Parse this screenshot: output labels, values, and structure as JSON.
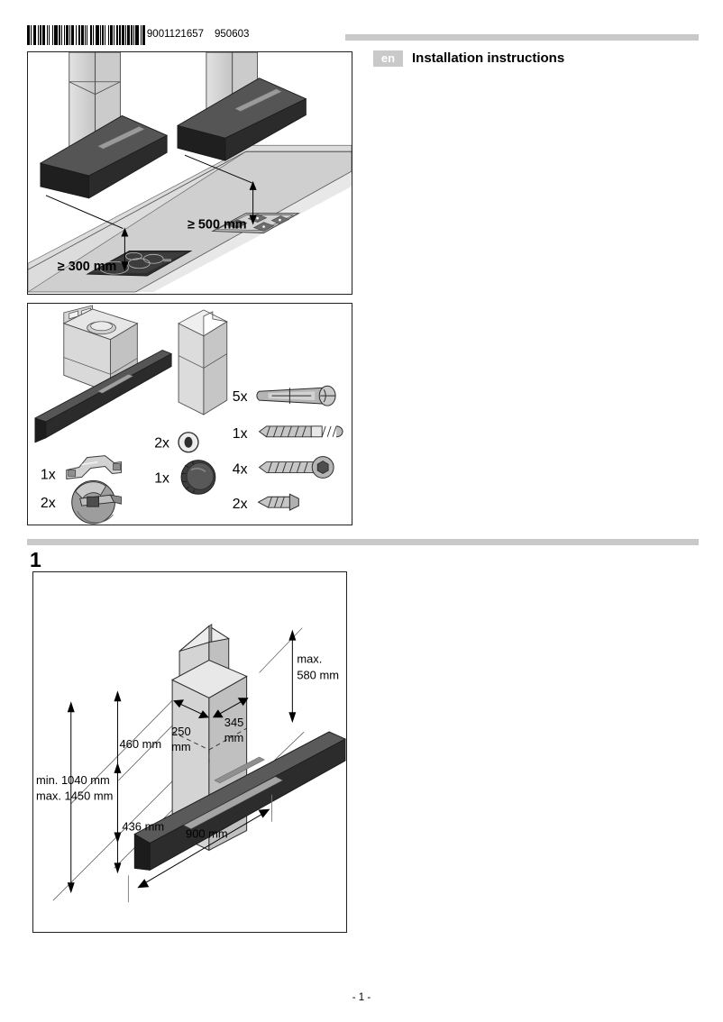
{
  "document": {
    "barcode_number": "9001121657",
    "barcode_date": "950603",
    "language_badge": "en",
    "title": "Installation instructions",
    "page_footer": "- 1 -"
  },
  "colors": {
    "rule_grey": "#c9c9c9",
    "badge_grey": "#c9c9c9",
    "outline": "#231f20",
    "metal_light": "#d9d9d9",
    "metal_mid": "#bfbfbf",
    "metal_dark": "#9a9a9a",
    "hood_black": "#3a3a3a",
    "worktop_grey": "#cfcfcf"
  },
  "figures": {
    "clearance": {
      "name": "minimum-clearance-diagram",
      "labels": [
        {
          "text": "≥ 300 mm",
          "appliance": "electric-hob"
        },
        {
          "text": "≥ 500 mm",
          "appliance": "gas-hob"
        }
      ]
    },
    "parts": {
      "name": "supplied-parts-diagram",
      "items": [
        {
          "qty": "1x",
          "part": "wall-bracket"
        },
        {
          "qty": "2x",
          "part": "clamp-disc"
        },
        {
          "qty": "2x",
          "part": "washer"
        },
        {
          "qty": "1x",
          "part": "knurled-nut"
        },
        {
          "qty": "5x",
          "part": "wall-plug"
        },
        {
          "qty": "1x",
          "part": "threaded-stud-screw"
        },
        {
          "qty": "4x",
          "part": "hex-socket-screw"
        },
        {
          "qty": "2x",
          "part": "tapping-screw"
        }
      ]
    },
    "dimensions": {
      "name": "appliance-dimensions-diagram",
      "labels": [
        {
          "id": "chimney-max-height",
          "line1": "max.",
          "line2": "580 mm"
        },
        {
          "id": "chimney-depth",
          "line1": "250",
          "line2": "mm"
        },
        {
          "id": "chimney-width",
          "line1": "345",
          "line2": "mm"
        },
        {
          "id": "upper-height",
          "line1": "460 mm",
          "line2": ""
        },
        {
          "id": "total-height",
          "line1": "min. 1040 mm",
          "line2": "max. 1450 mm"
        },
        {
          "id": "lower-height",
          "line1": "436 mm",
          "line2": ""
        },
        {
          "id": "hood-width",
          "line1": "900 mm",
          "line2": ""
        }
      ]
    }
  },
  "steps": [
    {
      "number": "1"
    }
  ]
}
